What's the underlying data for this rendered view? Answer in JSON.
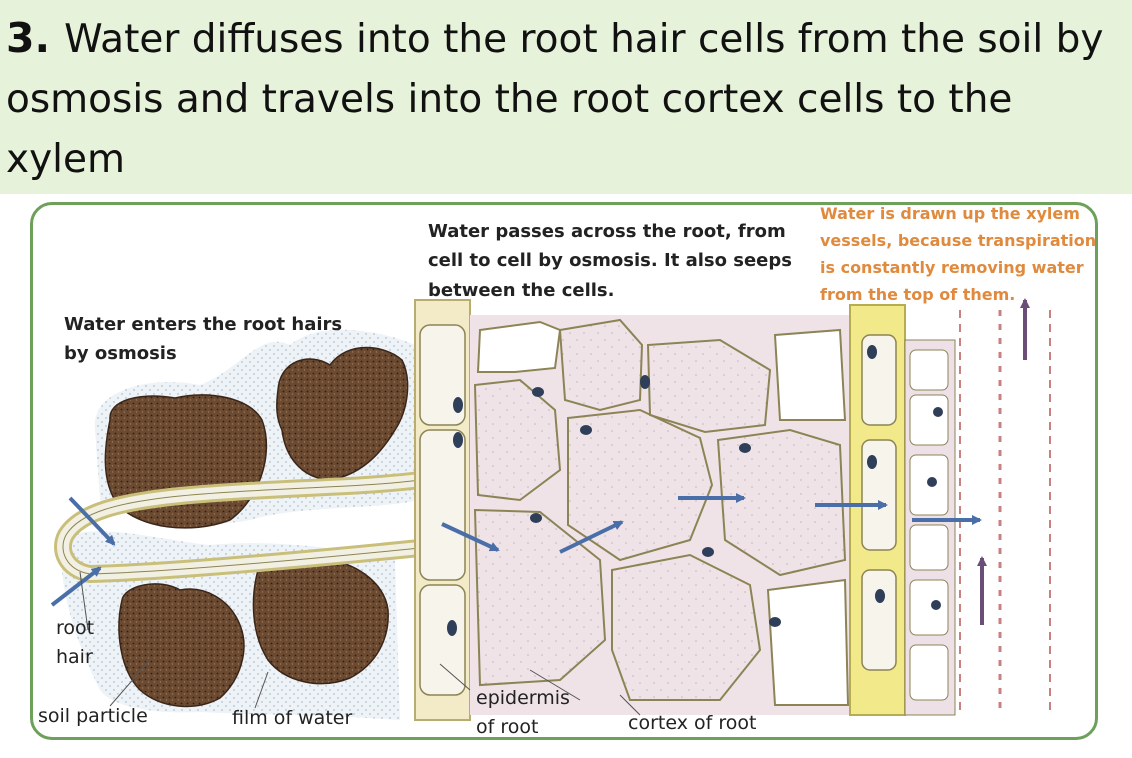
{
  "header": {
    "number": "3.",
    "title": "Water diffuses into the root hair cells from the soil by osmosis and travels into the root cortex cells to the xylem"
  },
  "diagram": {
    "annotations": {
      "root_hairs": [
        "Water enters the root hairs",
        "by osmosis"
      ],
      "across_root": [
        "Water passes across the root, from",
        "cell to cell by osmosis. It also seeps",
        "between the cells."
      ],
      "xylem": [
        "Water is drawn up the xylem",
        "vessels, because transpiration",
        "is constantly removing water",
        "from the top of them."
      ]
    },
    "labels": {
      "root_hair": [
        "root",
        "hair"
      ],
      "soil_particle": "soil particle",
      "film_of_water": "film of water",
      "epidermis": [
        "epidermis",
        "of root"
      ],
      "cortex": "cortex of root"
    }
  },
  "colors": {
    "header_bg": "#e6f2d9",
    "frame": "#6da05a",
    "arrow": "#4a6fa8",
    "xylem_arrow": "#6b4e78",
    "orange_text": "#e08a3e",
    "soil": "#6b4a32",
    "xylem": "#f1e98a"
  }
}
